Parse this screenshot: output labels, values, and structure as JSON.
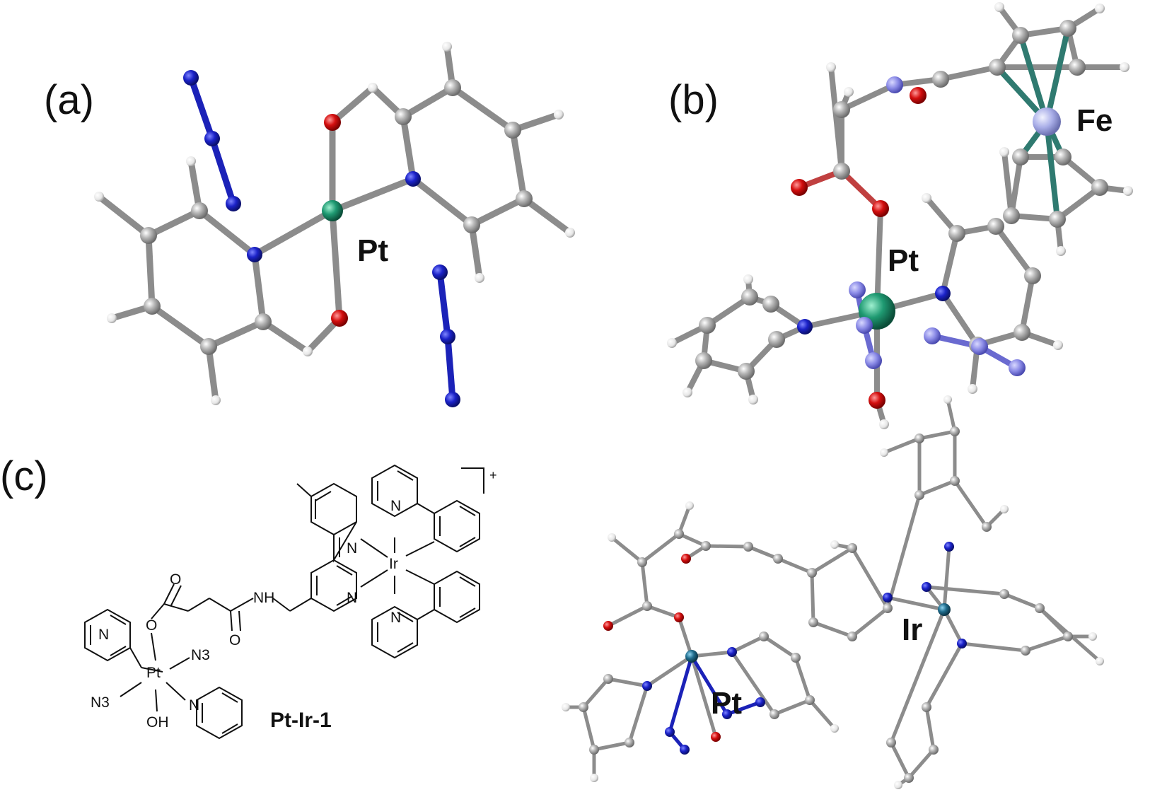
{
  "panels": {
    "a": {
      "label": "(a)",
      "metal": "Pt"
    },
    "b": {
      "label": "(b)",
      "metal_1": "Pt",
      "metal_2": "Fe"
    },
    "c": {
      "label": "(c)",
      "compound_name": "Pt-Ir-1",
      "metal_1": "Pt",
      "metal_2": "Ir",
      "charge": "+"
    }
  },
  "structure_labels": {
    "pt": "Pt",
    "ir": "Ir",
    "n": "N",
    "o": "O",
    "nh": "NH",
    "oh": "OH",
    "n3_top": "N3",
    "n3_left": "N3"
  },
  "colors": {
    "carbon": "#9a9a9a",
    "hydrogen": "#e8e8e8",
    "nitrogen": "#1b22b8",
    "nitrogen_light": "#8a8ae6",
    "oxygen": "#d40f0f",
    "platinum": "#1f9a72",
    "iron": "#a9aee8",
    "iridium": "#1f6c8c",
    "bond": "#8c8c8c",
    "text": "#111111"
  }
}
